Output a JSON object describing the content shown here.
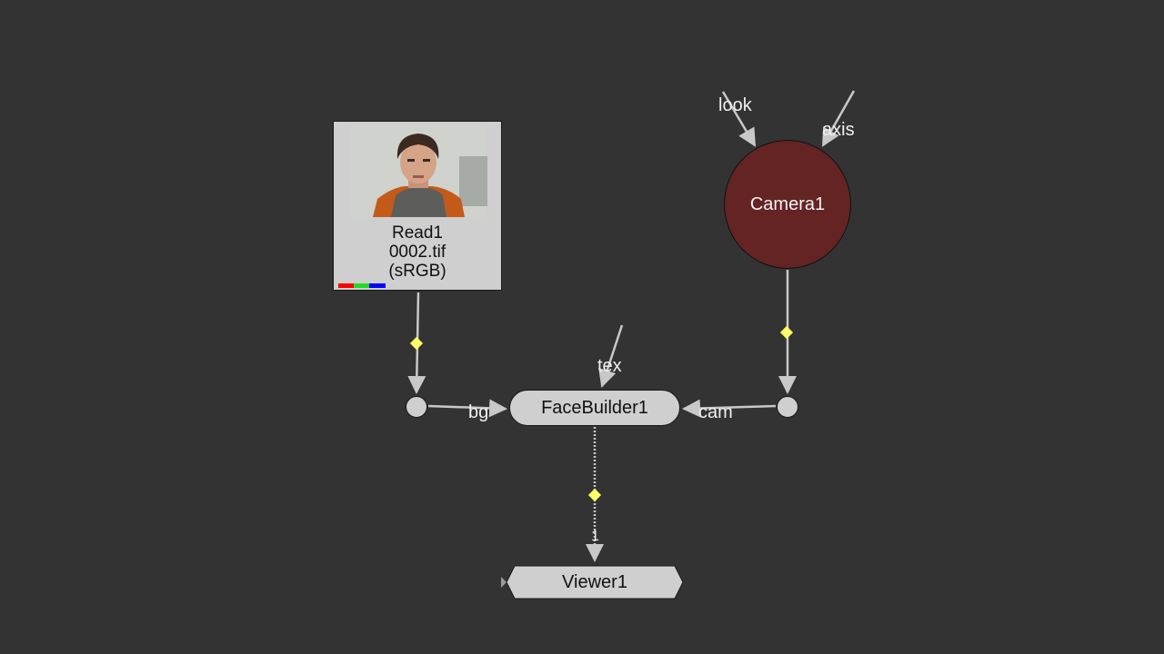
{
  "nodes": {
    "read": {
      "name": "Read1",
      "file": "0002.tif",
      "colorspace": "(sRGB)"
    },
    "camera": {
      "name": "Camera1",
      "color": "#642424"
    },
    "facebuilder": {
      "name": "FaceBuilder1"
    },
    "viewer": {
      "name": "Viewer1"
    }
  },
  "inputs": {
    "look": "look",
    "axis": "axis",
    "tex": "tex",
    "bg": "bg",
    "cam": "cam",
    "viewer_input": "1"
  },
  "colors": {
    "background": "#333333",
    "node_fill": "#cfcfcf",
    "edge": "#c8c8c8",
    "marker": "#ffff66"
  }
}
